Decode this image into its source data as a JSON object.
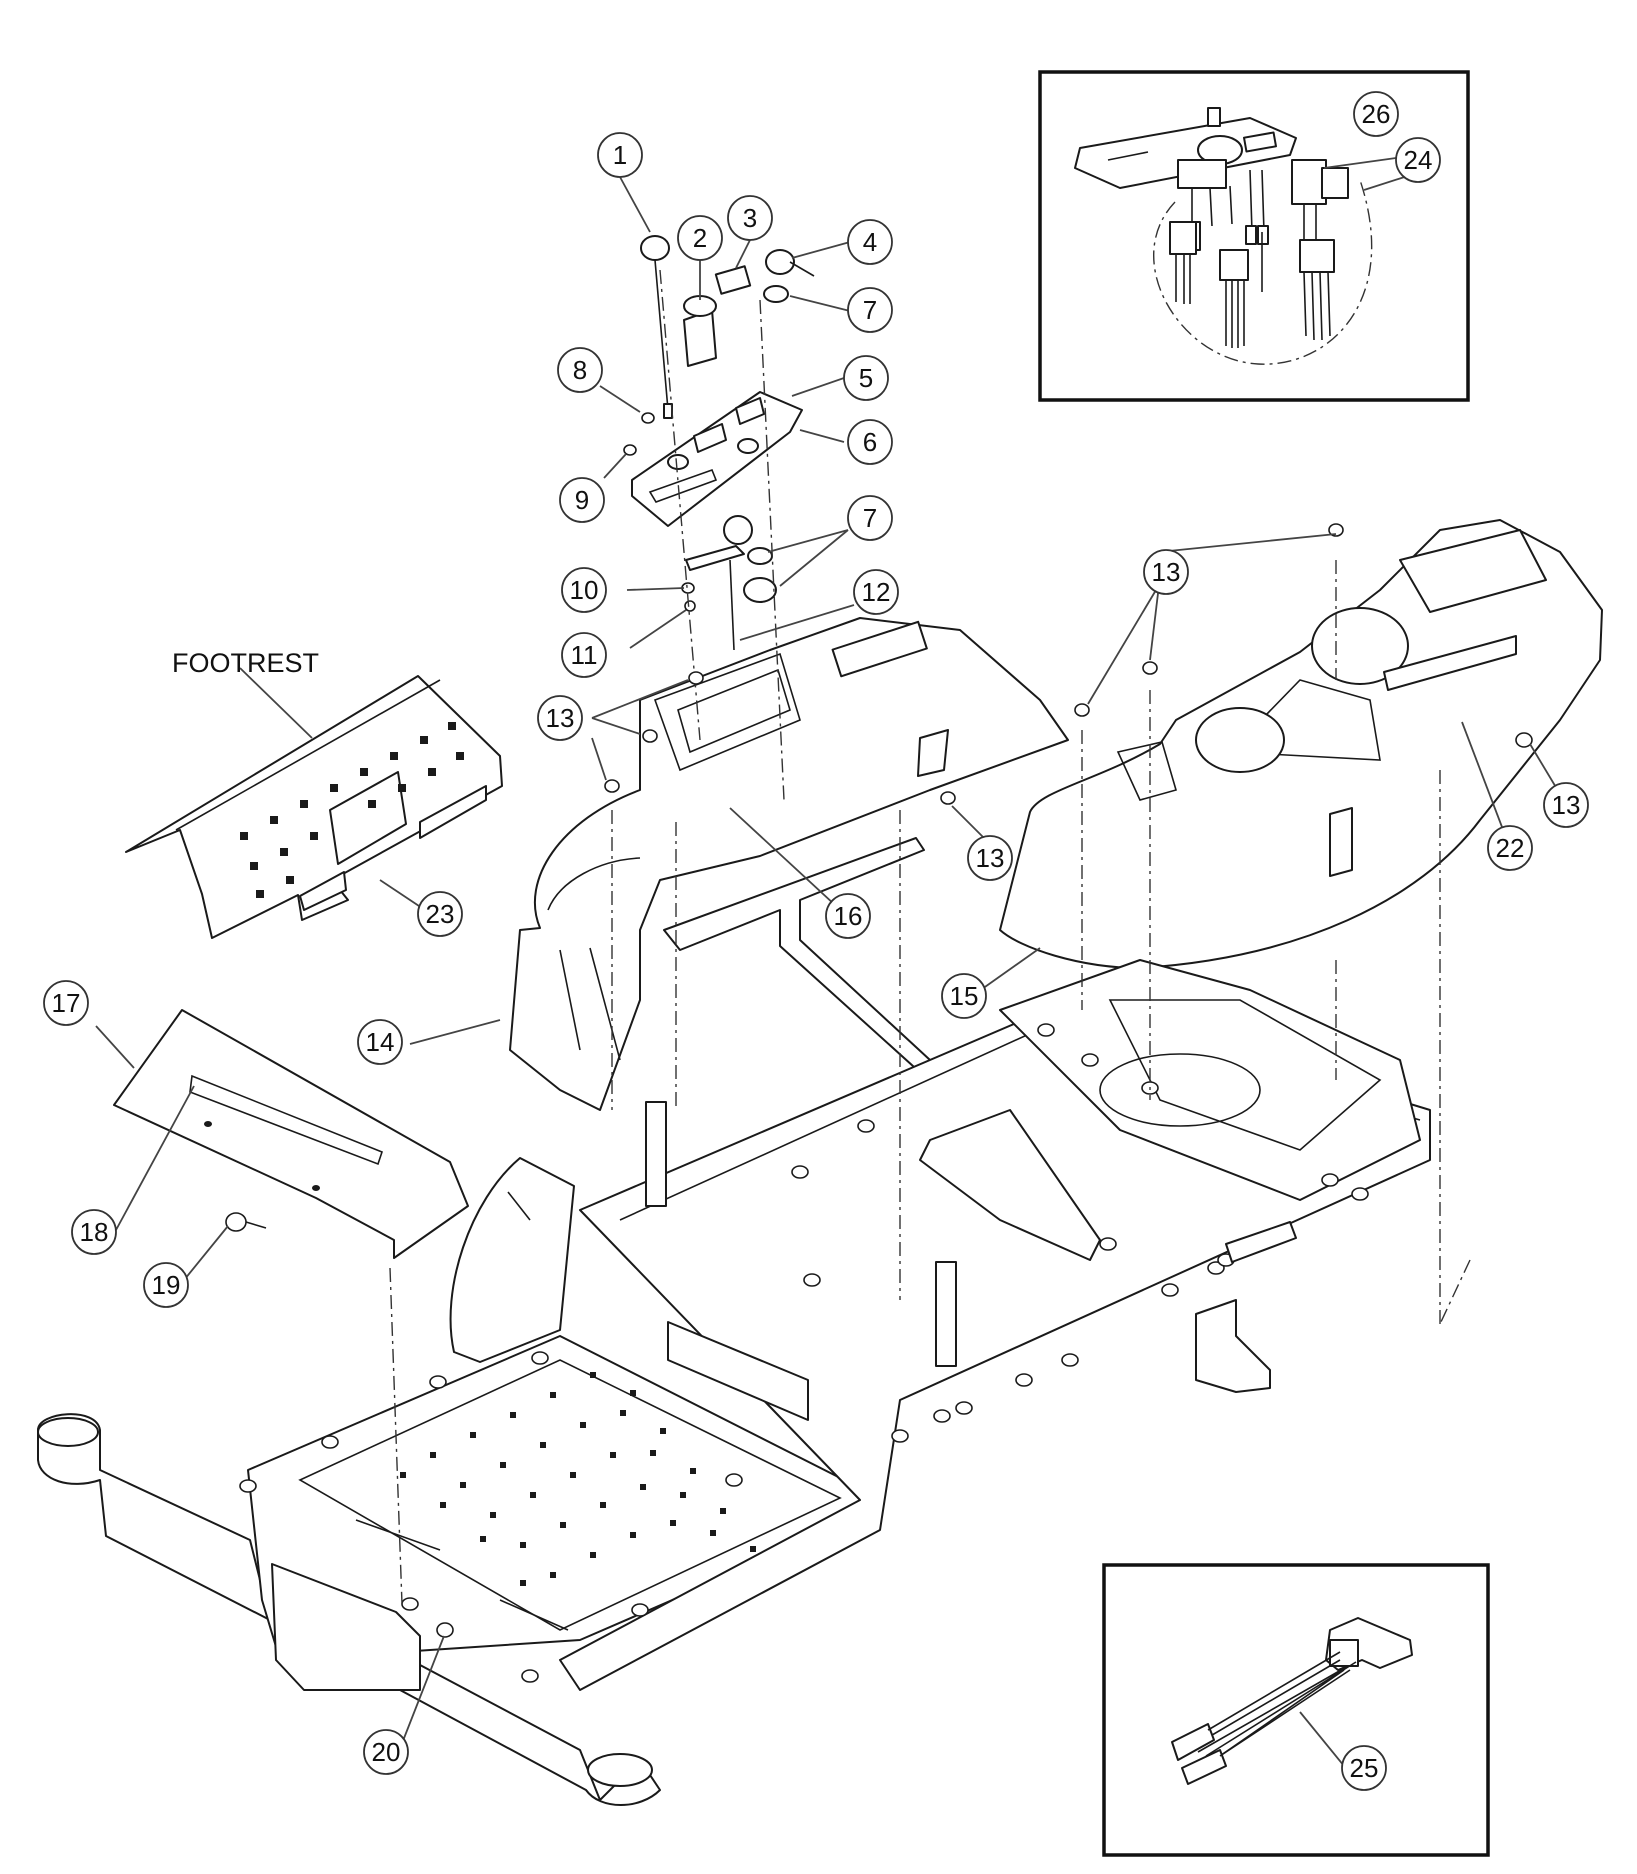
{
  "labels": {
    "footrest": "FOOTREST"
  },
  "callouts": [
    {
      "id": "c1",
      "number": "1"
    },
    {
      "id": "c2",
      "number": "2"
    },
    {
      "id": "c3",
      "number": "3"
    },
    {
      "id": "c4",
      "number": "4"
    },
    {
      "id": "c7a",
      "number": "7"
    },
    {
      "id": "c5",
      "number": "5"
    },
    {
      "id": "c6",
      "number": "6"
    },
    {
      "id": "c8",
      "number": "8"
    },
    {
      "id": "c9",
      "number": "9"
    },
    {
      "id": "c7b",
      "number": "7"
    },
    {
      "id": "c10",
      "number": "10"
    },
    {
      "id": "c12",
      "number": "12"
    },
    {
      "id": "c11",
      "number": "11"
    },
    {
      "id": "c13a",
      "number": "13"
    },
    {
      "id": "c13b",
      "number": "13"
    },
    {
      "id": "c13c",
      "number": "13"
    },
    {
      "id": "c13d",
      "number": "13"
    },
    {
      "id": "c16",
      "number": "16"
    },
    {
      "id": "c14",
      "number": "14"
    },
    {
      "id": "c15",
      "number": "15"
    },
    {
      "id": "c22",
      "number": "22"
    },
    {
      "id": "c23",
      "number": "23"
    },
    {
      "id": "c17",
      "number": "17"
    },
    {
      "id": "c18",
      "number": "18"
    },
    {
      "id": "c19",
      "number": "19"
    },
    {
      "id": "c20",
      "number": "20"
    },
    {
      "id": "c24",
      "number": "24"
    },
    {
      "id": "c26",
      "number": "26"
    },
    {
      "id": "c25",
      "number": "25"
    }
  ]
}
